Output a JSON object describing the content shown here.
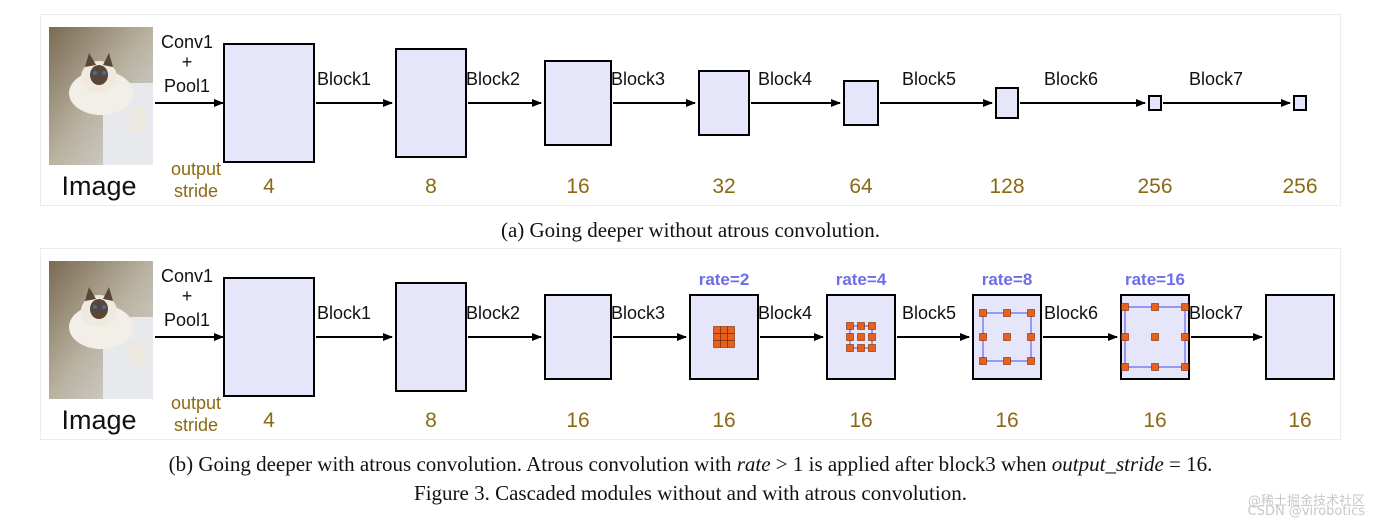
{
  "panel_a": {
    "image_label": "Image",
    "first_op": [
      "Conv1",
      "+",
      "Pool1"
    ],
    "output_stride_label": [
      "output",
      "stride"
    ],
    "blocks": [
      "Block1",
      "Block2",
      "Block3",
      "Block4",
      "Block5",
      "Block6",
      "Block7"
    ],
    "strides": [
      "4",
      "8",
      "16",
      "32",
      "64",
      "128",
      "256",
      "256"
    ],
    "caption": "(a) Going deeper without atrous convolution."
  },
  "panel_b": {
    "image_label": "Image",
    "first_op": [
      "Conv1",
      "+",
      "Pool1"
    ],
    "output_stride_label": [
      "output",
      "stride"
    ],
    "blocks": [
      "Block1",
      "Block2",
      "Block3",
      "Block4",
      "Block5",
      "Block6",
      "Block7"
    ],
    "strides": [
      "4",
      "8",
      "16",
      "16",
      "16",
      "16",
      "16",
      "16"
    ],
    "rates": [
      "rate=2",
      "rate=4",
      "rate=8",
      "rate=16"
    ],
    "caption_part1": "(b) Going deeper with atrous convolution. Atrous convolution with ",
    "caption_math1": "rate",
    "caption_part2": " > 1 is applied after block3 when ",
    "caption_math2": "output_stride",
    "caption_part3": " = 16."
  },
  "figure_title": "Figure 3. Cascaded modules without and with atrous convolution.",
  "watermark": [
    "@稀土掘金技术社区",
    "CSDN @virobotics"
  ],
  "colors": {
    "feature_map_fill": "#e6e6fb",
    "stride_text": "#8b6914",
    "rate_text": "#6b6ee8",
    "kernel_dot": "#e8601c",
    "kernel_outline": "#7b7ef0"
  }
}
